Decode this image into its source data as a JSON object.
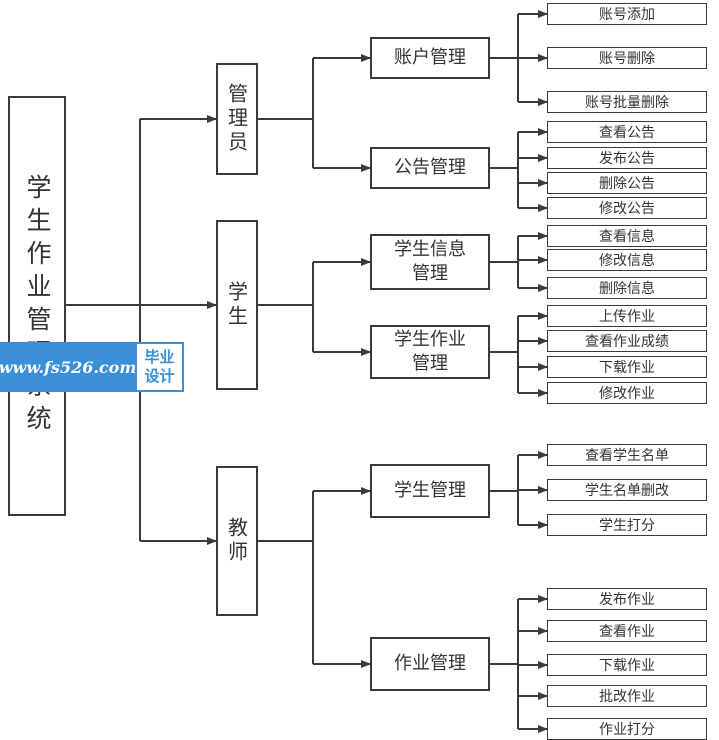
{
  "root": {
    "label": "学生作业管理系统"
  },
  "roles": [
    {
      "label": "管理员",
      "modules": [
        {
          "label": "账户管理",
          "items": [
            "账号添加",
            "账号删除",
            "账号批量删除"
          ]
        },
        {
          "label": "公告管理",
          "items": [
            "查看公告",
            "发布公告",
            "删除公告",
            "修改公告"
          ]
        }
      ]
    },
    {
      "label": "学生",
      "modules": [
        {
          "label": "学生信息\n管理",
          "items": [
            "查看信息",
            "修改信息",
            "删除信息"
          ]
        },
        {
          "label": "学生作业\n管理",
          "items": [
            "上传作业",
            "查看作业成绩",
            "下载作业",
            "修改作业"
          ]
        }
      ]
    },
    {
      "label": "教师",
      "modules": [
        {
          "label": "学生管理",
          "items": [
            "查看学生名单",
            "学生名单删改",
            "学生打分"
          ]
        },
        {
          "label": "作业管理",
          "items": [
            "发布作业",
            "查看作业",
            "下载作业",
            "批改作业",
            "作业打分"
          ]
        }
      ]
    }
  ],
  "watermark": {
    "url": "www.fs526.com",
    "tag_line1": "毕业",
    "tag_line2": "设计"
  },
  "colors": {
    "line": "#3a3a3a",
    "watermark": "#3a8fd6"
  }
}
